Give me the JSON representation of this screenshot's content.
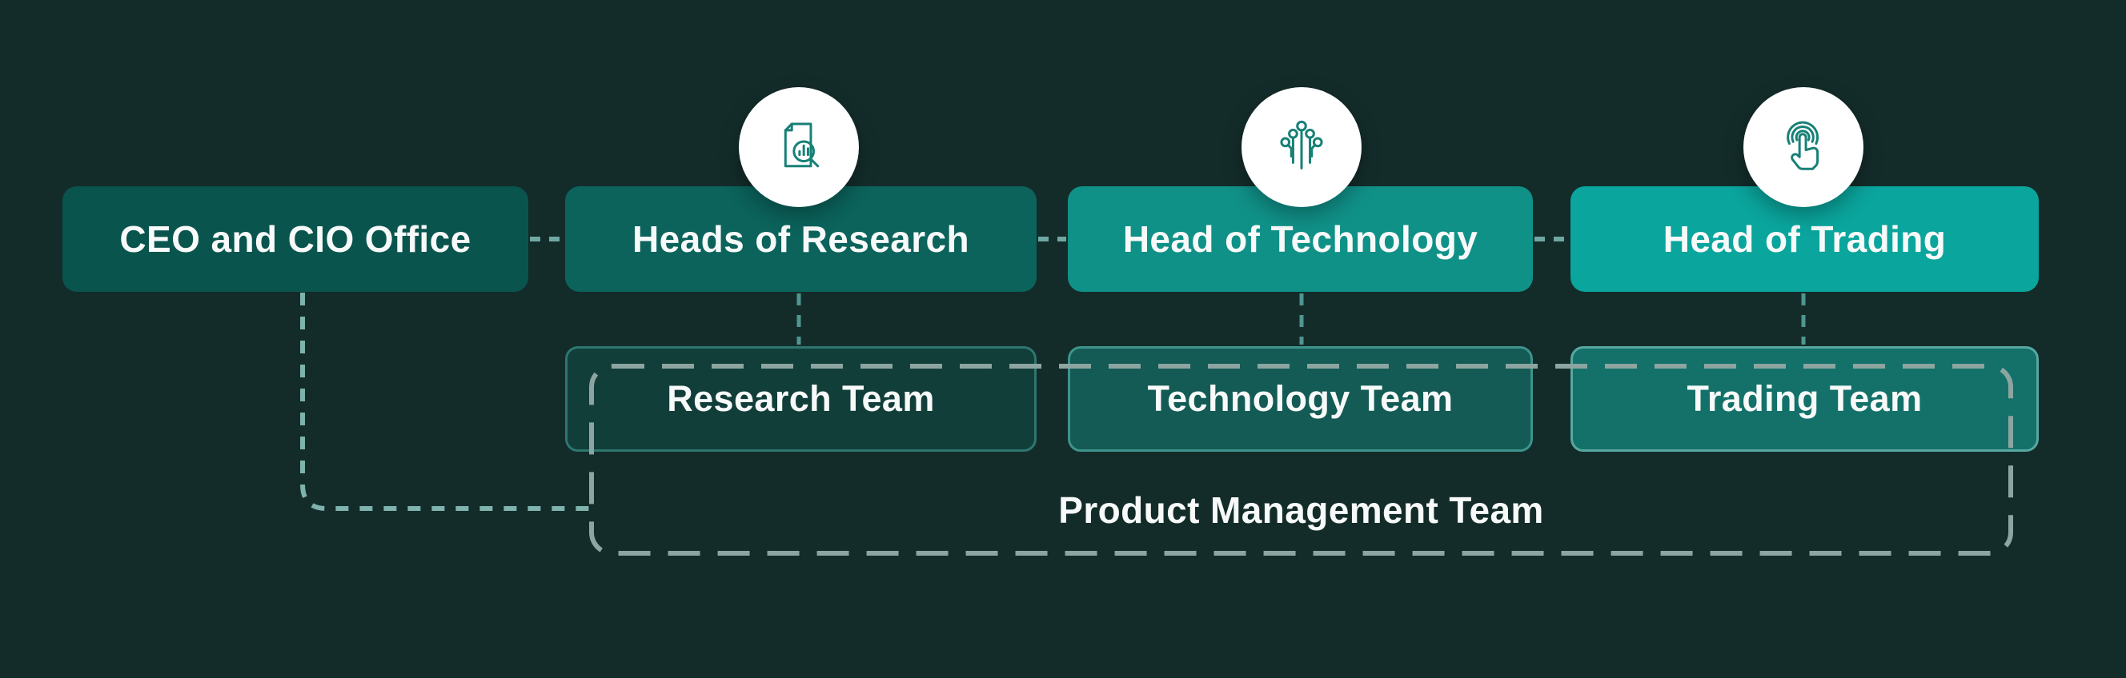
{
  "background_color": "#132C2A",
  "top_row": [
    {
      "label": "CEO and CIO Office",
      "fill": "#0A544E"
    },
    {
      "label": "Heads of Research",
      "fill": "#0B635C",
      "icon": "report-magnifier-icon"
    },
    {
      "label": "Head of Technology",
      "fill": "#109188",
      "icon": "circuit-icon"
    },
    {
      "label": "Head of Trading",
      "fill": "#0AA59D",
      "icon": "tap-icon"
    }
  ],
  "team_row": [
    {
      "label": "Research Team",
      "fill": "#123E3A",
      "border": "#2E7670"
    },
    {
      "label": "Technology Team",
      "fill": "#135B54",
      "border": "#3D948C"
    },
    {
      "label": "Trading Team",
      "fill": "#13716A",
      "border": "#57A8A1"
    }
  ],
  "product_team": {
    "label": "Product Management Team",
    "outline_color": "#8CA5A0"
  },
  "connector_colors": {
    "ceo_drop": "#7FB3AD",
    "row_links": "#6FA8A2",
    "team_drops": "#4F968F"
  },
  "icon_style": {
    "stroke": "#178077",
    "circle_fill": "#FFFFFF"
  }
}
